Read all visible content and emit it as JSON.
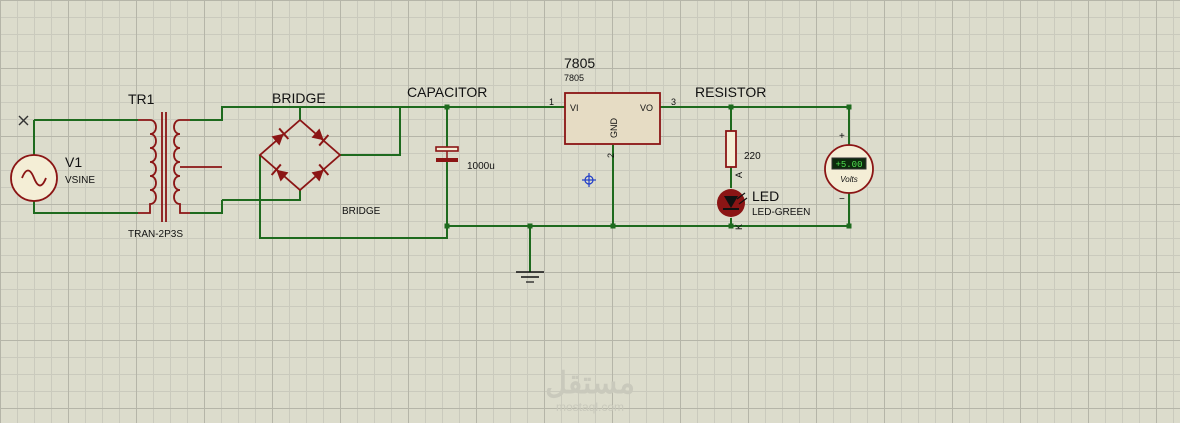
{
  "components": {
    "source": {
      "ref": "V1",
      "value": "VSINE"
    },
    "transformer": {
      "ref": "TR1",
      "value": "TRAN-2P3S"
    },
    "bridge": {
      "ref": "BRIDGE",
      "value": "BRIDGE"
    },
    "capacitor": {
      "ref": "CAPACITOR",
      "value": "1000u"
    },
    "regulator": {
      "ref": "7805",
      "value": "7805",
      "pin_vi": "VI",
      "pin_vo": "VO",
      "pin_gnd": "GND",
      "pin1": "1",
      "pin2": "2",
      "pin3": "3"
    },
    "resistor": {
      "ref": "RESISTOR",
      "value": "220"
    },
    "led": {
      "ref": "LED",
      "value": "LED-GREEN",
      "anode": "A",
      "cathode": "K"
    },
    "voltmeter": {
      "display": "+5.00",
      "unit": "Volts",
      "plus": "+",
      "minus": "−"
    }
  },
  "watermark": {
    "text": "مستقل",
    "sub": "mostaql.com"
  },
  "colors": {
    "wire": "#1e6a1e",
    "component": "#8b1515",
    "grid": "#dcdccc"
  }
}
